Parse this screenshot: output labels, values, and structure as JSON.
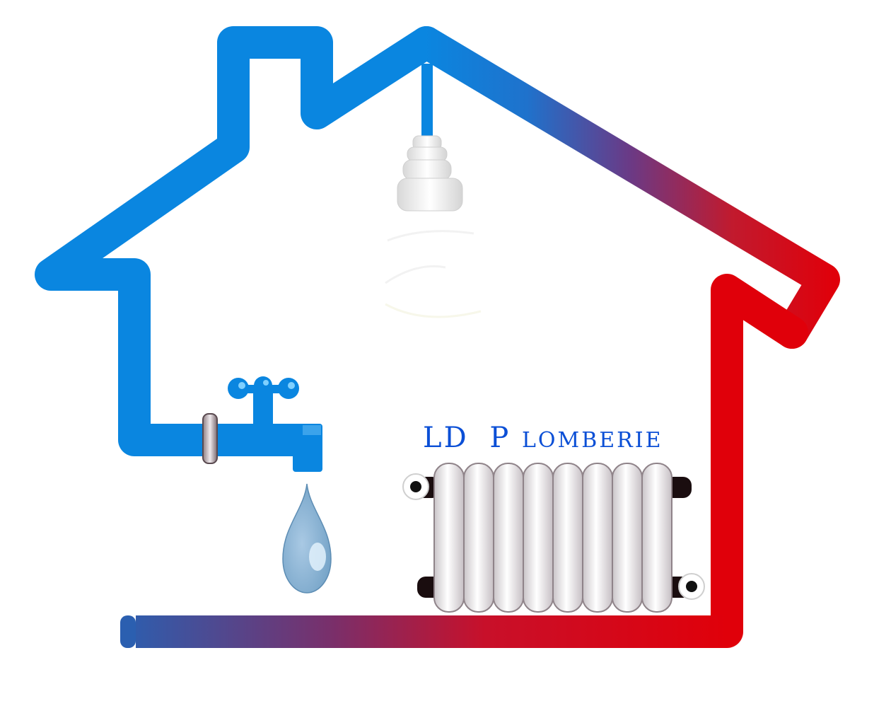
{
  "brand": {
    "name_first": "LD",
    "name_initial": "P",
    "name_rest": "LOMBERIE"
  },
  "colors": {
    "cold_blue": "#0a86e0",
    "mid_blue": "#2b6bc2",
    "hot_red": "#e0000a",
    "text_blue": "#0b4fd6",
    "drop_blue": "#8fb6d6"
  },
  "icons": {
    "house": "house-pipe-icon",
    "faucet": "faucet-icon",
    "drop": "water-drop-icon",
    "bulb": "light-bulb-icon",
    "radiator": "radiator-icon"
  }
}
